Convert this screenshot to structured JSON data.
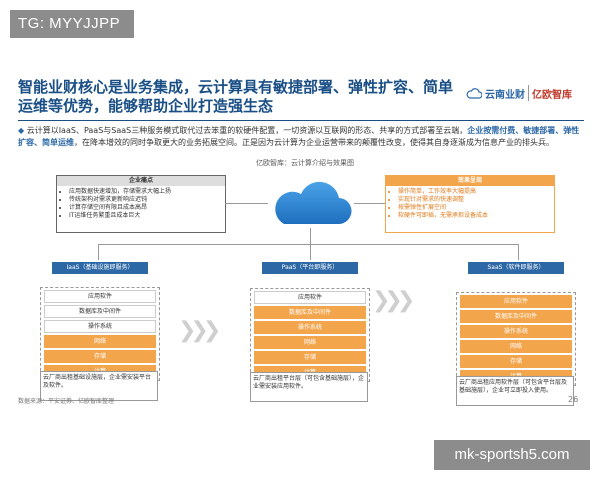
{
  "overlay": {
    "top_tag": "TG: MYYJJPP",
    "bottom_tag": "mk-sportsh5.com"
  },
  "header": {
    "title": "智能业财核心是业务集成，云计算具有敏捷部署、弹性扩容、简单运维等优势，能够帮助企业打造强生态",
    "logo_a": "云南业财",
    "logo_b": "亿欧智库"
  },
  "body": {
    "p1": "云计算以IaaS、PaaS与SaaS三种服务模式取代过去笨重的软硬件配置，一切资源以互联网的形态、共享的方式部署至云端，",
    "hl1": "企业按需付费、敏捷部署、弹性扩容、简单运维",
    "p2": "，在降本增效的同时争取更大的业务拓展空间。正是因为云计算为企业运营带来的颠覆性改变，使得其自身逐渐成为信息产业的排头兵。"
  },
  "diagram": {
    "title": "亿欧智库：云计算介绍与效果图",
    "pain": {
      "head": "企业痛点",
      "items": [
        "应用数据快速增加，存储需求大幅上扬",
        "传统架构对需求更新响应迟钝",
        "计算存储空间有限且成本高昂",
        "IT运维任务繁重且成本巨大"
      ]
    },
    "effect": {
      "head": "效果呈现",
      "items": [
        "操作简单，工作效率大幅提高",
        "实现针对需求的快速调整",
        "按需弹性扩展空间",
        "软硬件可即插，无需承担设备成本"
      ]
    },
    "columns": [
      {
        "head": "IaaS（基础设施即服务）",
        "rows": [
          "应用软件",
          "数据库及中间件",
          "操作系统",
          "网络",
          "存储",
          "计算"
        ],
        "orange_from": 3,
        "desc": "云厂商出租基础设施层，企业需安装平台及软件。"
      },
      {
        "head": "PaaS（平台即服务）",
        "rows": [
          "应用软件",
          "数据库及中间件",
          "操作系统",
          "网络",
          "存储",
          "计算"
        ],
        "orange_from": 1,
        "desc": "云厂商出租平台层（可包含基础施层），企业需安装应用软件。"
      },
      {
        "head": "SaaS（软件即服务）",
        "rows": [
          "应用软件",
          "数据库及中间件",
          "操作系统",
          "网络",
          "存储",
          "计算"
        ],
        "orange_from": 0,
        "desc": "云厂商出租应用软件层（可包含平台层及基础施层），企业可立即投入使用。"
      }
    ]
  },
  "footer": {
    "source": "数据来源：平安证券、亿欧智库整理",
    "page": "26"
  },
  "colors": {
    "blue": "#2d68a6",
    "orange": "#f3a54c",
    "title_blue": "#1a4f86"
  }
}
